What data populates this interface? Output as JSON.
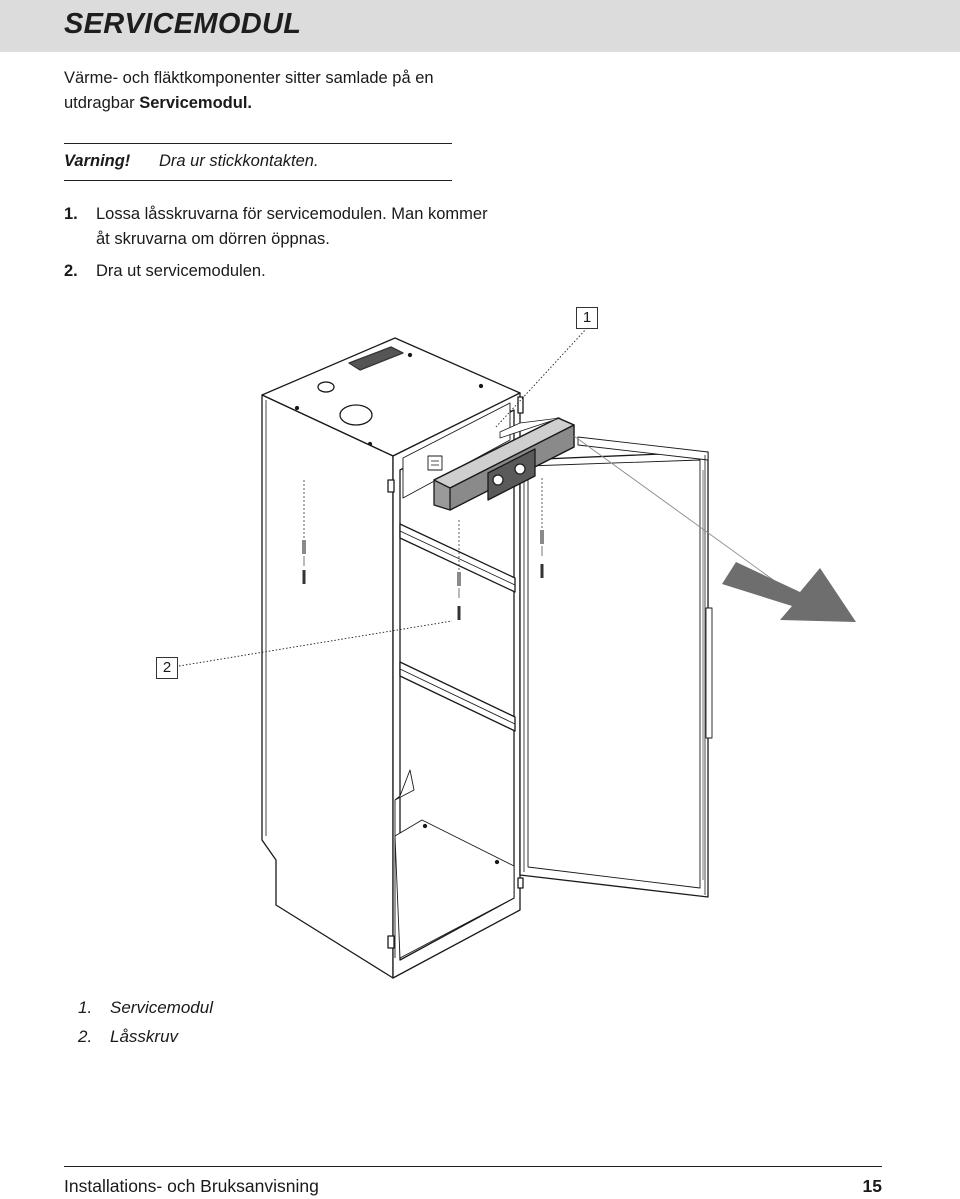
{
  "header": {
    "title": "SERVICEMODUL"
  },
  "intro": {
    "text_before": "Värme- och fläktkomponenter sitter samlade på en utdragbar ",
    "bold": "Servicemodul."
  },
  "warning": {
    "label": "Varning!",
    "text": "Dra ur stickkontakten."
  },
  "steps": [
    {
      "num": "1.",
      "text": "Lossa låsskruvarna för servicemodulen. Man kommer åt skruvarna om dörren öppnas."
    },
    {
      "num": "2.",
      "text": "Dra ut  servicemodulen."
    }
  ],
  "callouts": [
    "1",
    "2"
  ],
  "legend": [
    {
      "num": "1.",
      "text": "Servicemodul"
    },
    {
      "num": "2.",
      "text": "Låsskruv"
    }
  ],
  "footer": {
    "title": "Installations- och Bruksanvisning",
    "page": "15"
  },
  "colors": {
    "header_bg": "#dcdcdc",
    "arrow": "#6e6e6e",
    "line": "#1a1a1a"
  }
}
